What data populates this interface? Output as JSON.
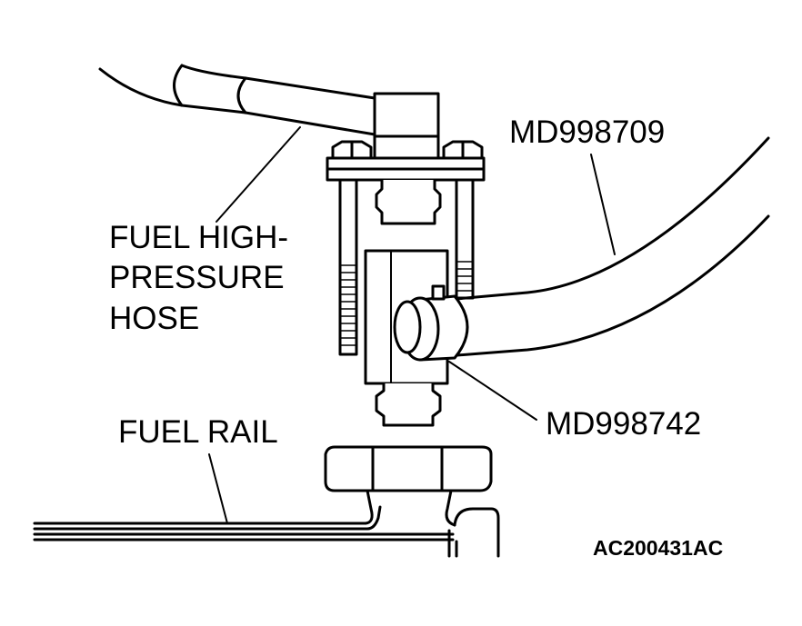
{
  "labels": {
    "hose_line1": "FUEL HIGH-",
    "hose_line2": "PRESSURE",
    "hose_line3": "HOSE",
    "tool_upper": "MD998709",
    "tool_lower": "MD998742",
    "fuel_rail": "FUEL RAIL",
    "figure_code": "AC200431AC"
  },
  "colors": {
    "line": "#000000",
    "fill": "#ffffff"
  }
}
